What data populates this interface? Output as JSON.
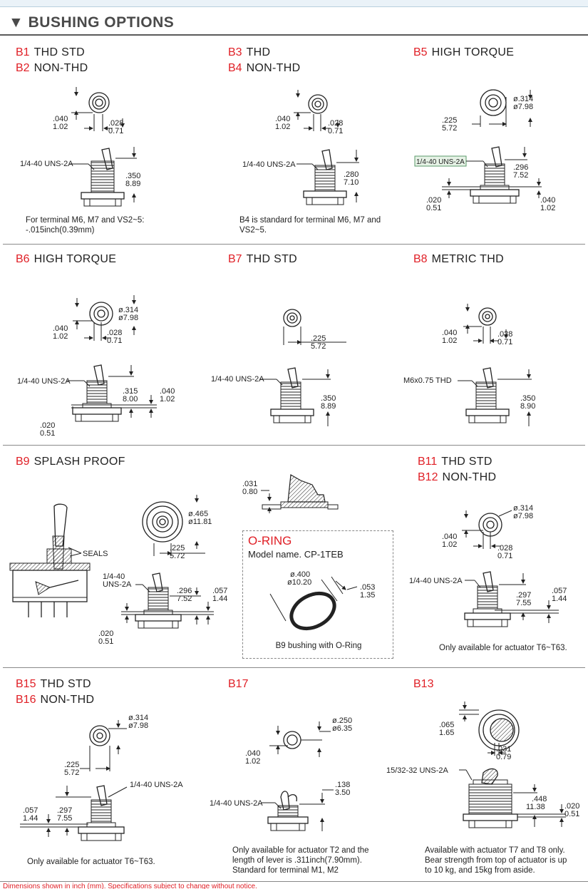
{
  "header": {
    "title": "▼ BUSHING OPTIONS"
  },
  "b1": {
    "code1": "B1",
    "name1": "THD STD",
    "code2": "B2",
    "name2": "NON-THD",
    "d1": ".040",
    "d1m": "1.02",
    "d2": ".028",
    "d2m": "0.71",
    "thread": "1/4-40 UNS-2A",
    "h": ".350",
    "hm": "8.89",
    "note": "For terminal M6, M7 and VS2~5: -.015inch(0.39mm)"
  },
  "b3": {
    "code1": "B3",
    "name1": "THD",
    "code2": "B4",
    "name2": "NON-THD",
    "d1": ".040",
    "d1m": "1.02",
    "d2": ".028",
    "d2m": "0.71",
    "thread": "1/4-40 UNS-2A",
    "h": ".280",
    "hm": "7.10",
    "note": "B4 is standard for terminal M6, M7 and VS2~5."
  },
  "b5": {
    "code": "B5",
    "name": "HIGH TORQUE",
    "dia": "ø.314",
    "diam": "ø7.98",
    "w": ".225",
    "wm": "5.72",
    "thread": "1/4-40 UNS-2A",
    "h": ".296",
    "hm": "7.52",
    "b1": ".020",
    "b1m": "0.51",
    "b2": ".040",
    "b2m": "1.02"
  },
  "b6": {
    "code": "B6",
    "name": "HIGH TORQUE",
    "dia": "ø.314",
    "diam": "ø7.98",
    "d1": ".040",
    "d1m": "1.02",
    "d2": ".028",
    "d2m": "0.71",
    "thread": "1/4-40 UNS-2A",
    "h": ".315",
    "hm": "8.00",
    "s": ".040",
    "sm": "1.02",
    "b": ".020",
    "bm": "0.51"
  },
  "b7": {
    "code": "B7",
    "name": "THD STD",
    "w": ".225",
    "wm": "5.72",
    "thread": "1/4-40 UNS-2A",
    "h": ".350",
    "hm": "8.89"
  },
  "b8": {
    "code": "B8",
    "name": "METRIC THD",
    "d1": ".040",
    "d1m": "1.02",
    "d2": ".028",
    "d2m": "0.71",
    "thread": "M6x0.75 THD",
    "h": ".350",
    "hm": "8.90"
  },
  "b9": {
    "code": "B9",
    "name": "SPLASH PROOF",
    "seals": "SEALS",
    "dia": "ø.465",
    "diam": "ø11.81",
    "w": ".225",
    "wm": "5.72",
    "thread1": "1/4-40",
    "thread2": "UNS-2A",
    "h": ".296",
    "hm": "7.52",
    "s": ".057",
    "sm": "1.44",
    "b": ".020",
    "bm": "0.51",
    "top": ".031",
    "topm": "0.80"
  },
  "oring": {
    "title": "O-RING",
    "model": "Model name. CP-1TEB",
    "dia": "ø.400",
    "diam": "ø10.20",
    "t": ".053",
    "tm": "1.35",
    "caption": "B9 bushing with O-Ring"
  },
  "b11": {
    "code1": "B11",
    "name1": "THD STD",
    "code2": "B12",
    "name2": "NON-THD",
    "dia": "ø.314",
    "diam": "ø7.98",
    "d1": ".040",
    "d1m": "1.02",
    "d2": ".028",
    "d2m": "0.71",
    "thread": "1/4-40 UNS-2A",
    "h": ".297",
    "hm": "7.55",
    "s": ".057",
    "sm": "1.44",
    "note": "Only available for actuator T6~T63."
  },
  "b15": {
    "code1": "B15",
    "name1": "THD STD",
    "code2": "B16",
    "name2": "NON-THD",
    "dia": "ø.314",
    "diam": "ø7.98",
    "w": ".225",
    "wm": "5.72",
    "thread": "1/4-40 UNS-2A",
    "h": ".297",
    "hm": "7.55",
    "s": ".057",
    "sm": "1.44",
    "note": "Only available for actuator T6~T63."
  },
  "b17": {
    "code": "B17",
    "dia": "ø.250",
    "diam": "ø6.35",
    "d1": ".040",
    "d1m": "1.02",
    "thread": "1/4-40 UNS-2A",
    "h": ".138",
    "hm": "3.50",
    "note1": "Only available for actuator T2 and the",
    "note2": "length of lever is .311inch(7.90mm).",
    "note3": "Standard for terminal M1, M2"
  },
  "b13": {
    "code": "B13",
    "d1": ".065",
    "d1m": "1.65",
    "d2": ".031",
    "d2m": "0.79",
    "thread": "15/32-32 UNS-2A",
    "h": ".448",
    "hm": "11.38",
    "s": ".020",
    "sm": "0.51",
    "note1": "Available with actuator T7 and T8 only.",
    "note2": "Bear strength from top of actuator is up",
    "note3": "to 10 kg, and 15kg from aside."
  },
  "footer": {
    "text": "Dimensions shown in inch (mm). Specifications subject to change without notice."
  }
}
